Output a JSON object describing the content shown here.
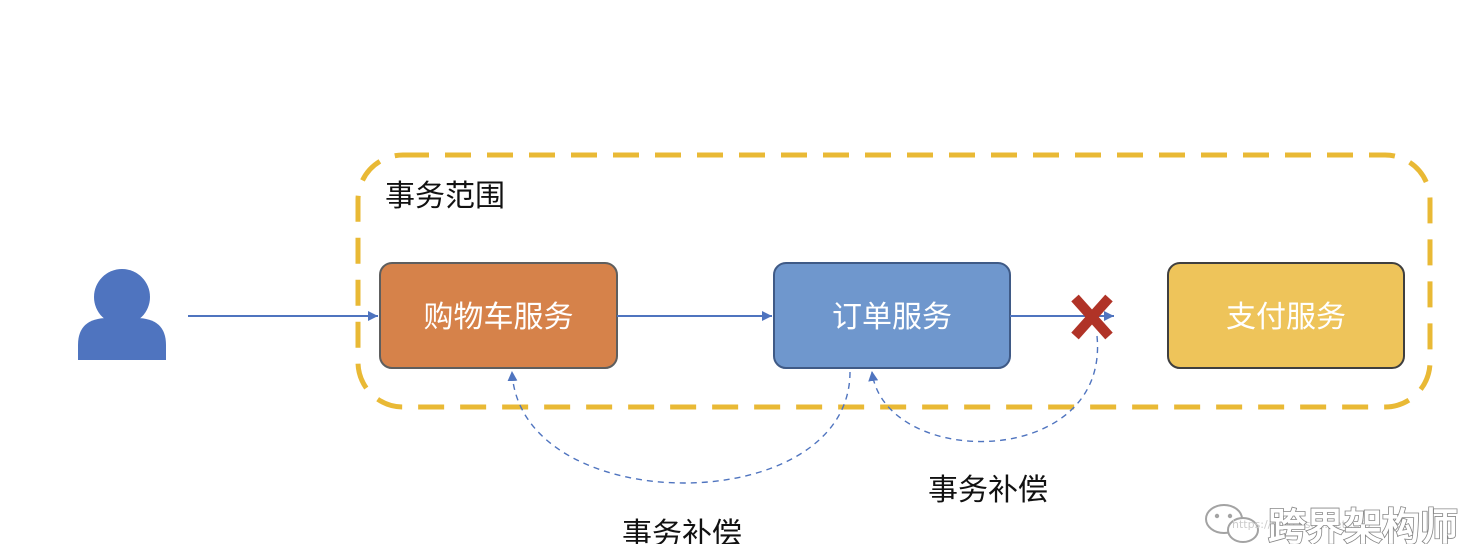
{
  "scope": {
    "label": "事务范围",
    "border_color": "#E9B935"
  },
  "services": [
    {
      "id": "cart",
      "label": "购物车服务",
      "fill": "#D6824A",
      "stroke": "#5E5E5E"
    },
    {
      "id": "order",
      "label": "订单服务",
      "fill": "#6F97CD",
      "stroke": "#3F5A86"
    },
    {
      "id": "payment",
      "label": "支付服务",
      "fill": "#EEC45A",
      "stroke": "#3F3F3F"
    }
  ],
  "user": {
    "icon": "user-icon",
    "color": "#4F74BF"
  },
  "arrow_color": "#4F74BF",
  "failure": {
    "icon": "failure-x-icon",
    "color": "#B03327"
  },
  "compensation": [
    {
      "label": "事务补偿"
    },
    {
      "label": "事务补偿"
    }
  ],
  "watermark": {
    "brand": "跨界架构师",
    "icon": "wechat-logo-icon",
    "url_text": "https://blog.csdn.net/.../3"
  }
}
